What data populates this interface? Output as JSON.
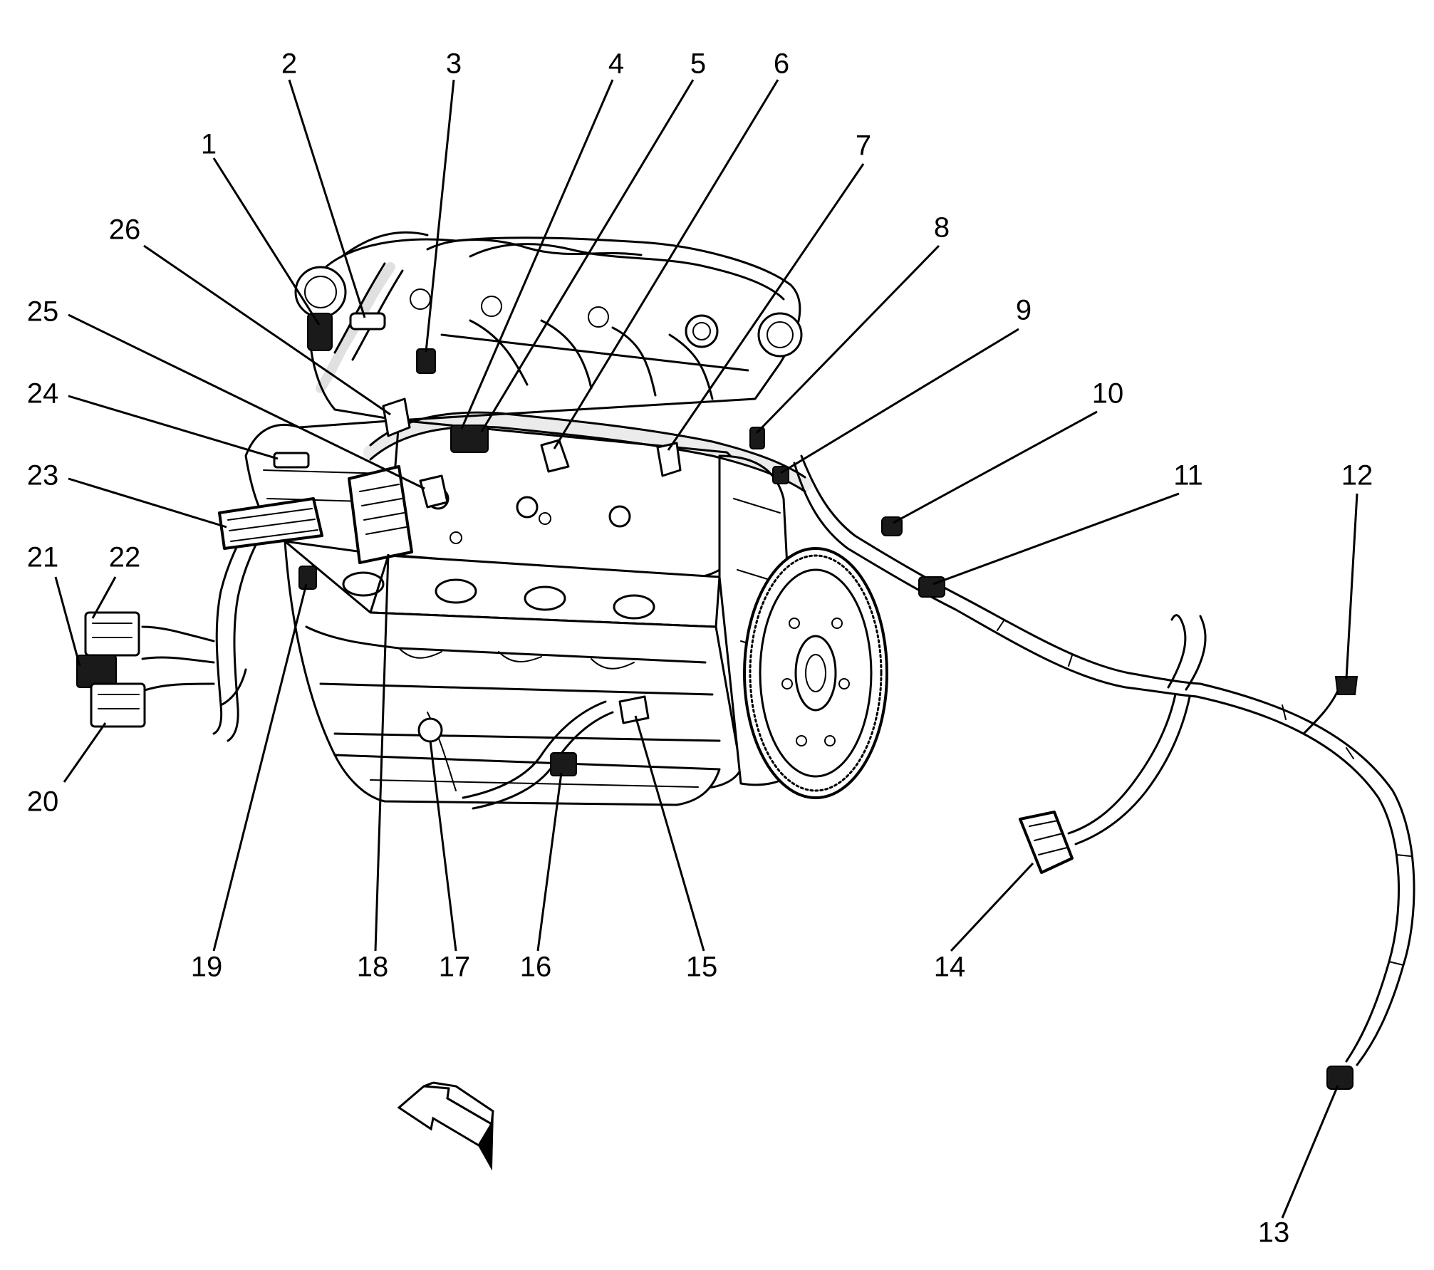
{
  "diagram": {
    "callouts": [
      {
        "id": "1",
        "label": "1"
      },
      {
        "id": "2",
        "label": "2"
      },
      {
        "id": "3",
        "label": "3"
      },
      {
        "id": "4",
        "label": "4"
      },
      {
        "id": "5",
        "label": "5"
      },
      {
        "id": "6",
        "label": "6"
      },
      {
        "id": "7",
        "label": "7"
      },
      {
        "id": "8",
        "label": "8"
      },
      {
        "id": "9",
        "label": "9"
      },
      {
        "id": "10",
        "label": "10"
      },
      {
        "id": "11",
        "label": "11"
      },
      {
        "id": "12",
        "label": "12"
      },
      {
        "id": "13",
        "label": "13"
      },
      {
        "id": "14",
        "label": "14"
      },
      {
        "id": "15",
        "label": "15"
      },
      {
        "id": "16",
        "label": "16"
      },
      {
        "id": "17",
        "label": "17"
      },
      {
        "id": "18",
        "label": "18"
      },
      {
        "id": "19",
        "label": "19"
      },
      {
        "id": "20",
        "label": "20"
      },
      {
        "id": "21",
        "label": "21"
      },
      {
        "id": "22",
        "label": "22"
      },
      {
        "id": "23",
        "label": "23"
      },
      {
        "id": "24",
        "label": "24"
      },
      {
        "id": "25",
        "label": "25"
      },
      {
        "id": "26",
        "label": "26"
      }
    ],
    "colors": {
      "ink": "#000000",
      "background": "#ffffff"
    },
    "icons": {
      "view_direction": "view-direction-arrow-icon"
    }
  }
}
